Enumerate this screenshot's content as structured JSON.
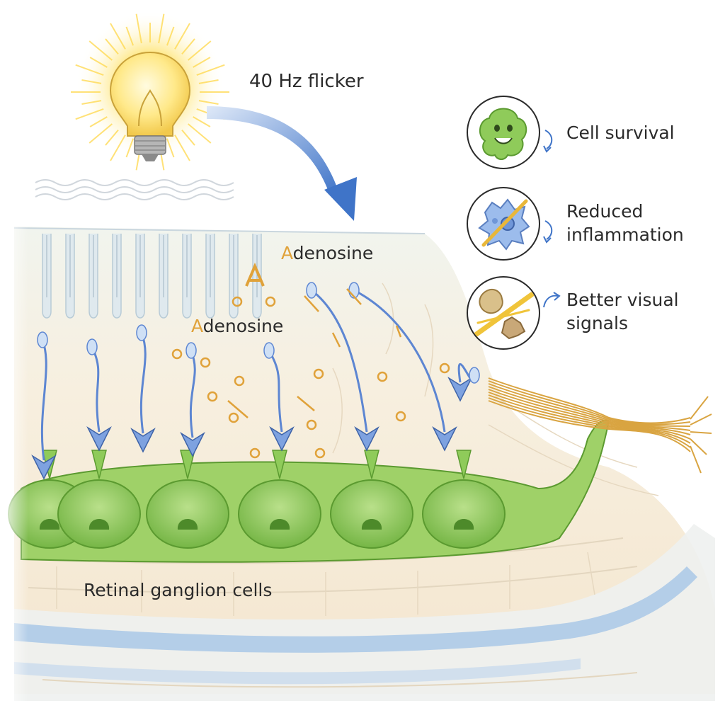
{
  "labels": {
    "stimulus": "40 Hz flicker",
    "adenosine_upper": "Adenosine",
    "adenosine_lower": "Adenosine",
    "cell_layer": "Retinal ganglion cells"
  },
  "effects": [
    {
      "label": "Cell survival",
      "icon": "smiling-cell-icon"
    },
    {
      "label": "Reduced\ninflammation",
      "icon": "crossed-out-microglia-icon"
    },
    {
      "label": "Better visual\nsignals",
      "icon": "neural-signal-icon"
    }
  ],
  "colors": {
    "light_glow": "#ffd84a",
    "arrow_blue": "#3f74c8",
    "photoreceptor_blue": "#6f96d8",
    "adenosine_gold": "#e0a23a",
    "ganglion_green": "#8fcb5a",
    "nerve_gold": "#d9a441",
    "tissue": "#f6ecd9",
    "vessel_blue": "#a9c8e6"
  }
}
